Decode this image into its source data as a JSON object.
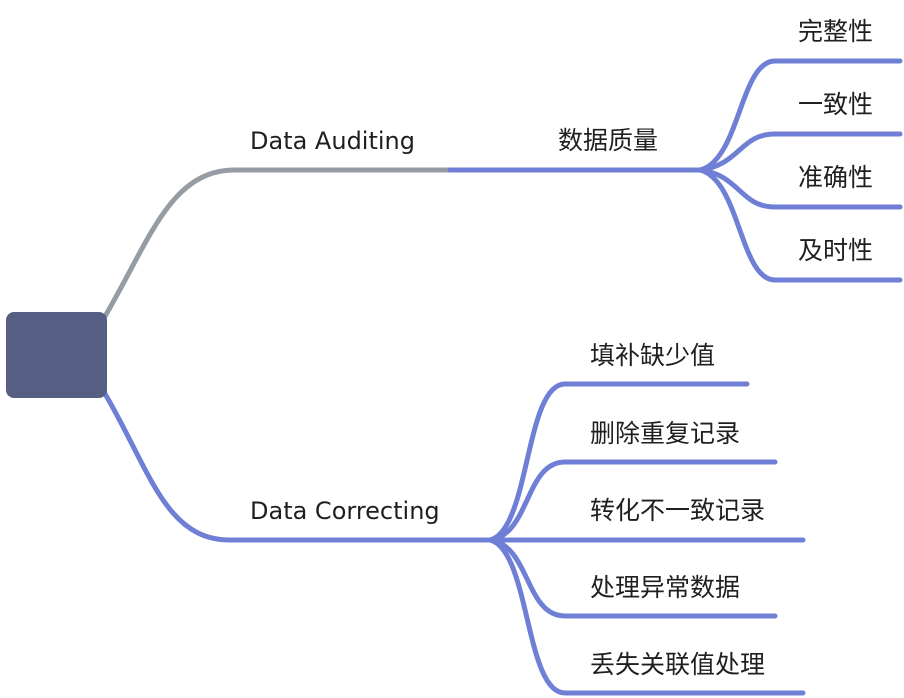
{
  "colors": {
    "root_fill": "#565e83",
    "gray_branch": "#959ca4",
    "blue_branch": "#6f7fd6",
    "text": "#1f1f1f"
  },
  "root": {
    "label": ""
  },
  "branches": [
    {
      "label": "Data Auditing",
      "children": [
        {
          "label": "数据质量",
          "children": [
            {
              "label": "完整性"
            },
            {
              "label": "一致性"
            },
            {
              "label": "准确性"
            },
            {
              "label": "及时性"
            }
          ]
        }
      ]
    },
    {
      "label": "Data Correcting",
      "children": [
        {
          "label": "填补缺少值"
        },
        {
          "label": "删除重复记录"
        },
        {
          "label": "转化不一致记录"
        },
        {
          "label": "处理异常数据"
        },
        {
          "label": "丢失关联值处理"
        }
      ]
    }
  ]
}
